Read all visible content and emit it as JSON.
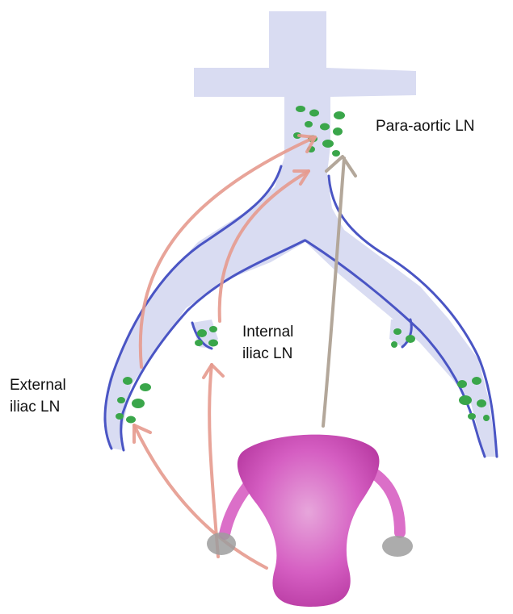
{
  "labels": {
    "para_aortic": "Para-aortic LN",
    "internal_line1": "Internal",
    "internal_line2": "iliac LN",
    "external_line1": "External",
    "external_line2": "iliac LN"
  },
  "colors": {
    "vessel_fill": "#d9dcf2",
    "vessel_outline": "#4a55c4",
    "lymph_node": "#3aa64a",
    "arrow_red": "#e59a8e",
    "arrow_gray": "#b3a79a",
    "uterus": "#cf3fb6",
    "ovary": "#9d9d9d",
    "text": "#111111"
  }
}
